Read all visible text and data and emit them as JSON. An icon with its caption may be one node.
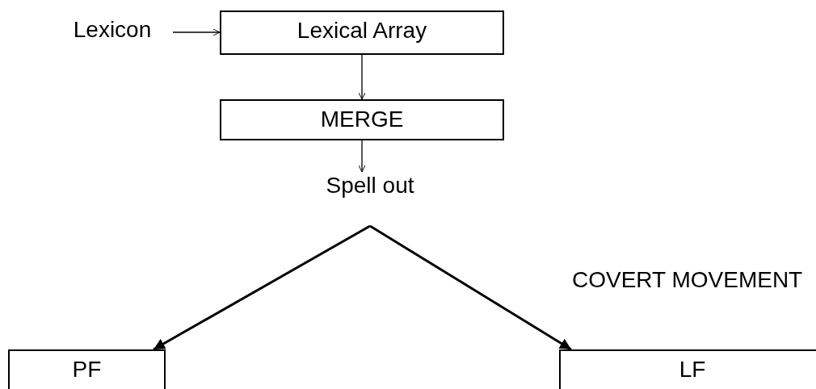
{
  "diagram": {
    "nodes": [
      {
        "text": [
          "Lexicon"
        ]
      },
      {
        "text": [
          "Lexical Array"
        ]
      },
      {
        "text": [
          "MERGE"
        ]
      },
      {
        "text": [
          "Spell out"
        ]
      },
      {
        "text": [
          "PF"
        ]
      },
      {
        "text": [
          "LF"
        ]
      }
    ],
    "edges": [
      {
        "from": 0,
        "to": 1,
        "arrow": "to"
      },
      {
        "from": 1,
        "to": 2,
        "arrow": "to"
      },
      {
        "from": 2,
        "to": 3,
        "arrow": "to"
      },
      {
        "from": 3,
        "to": 4,
        "arrow": "to",
        "style": "thick"
      },
      {
        "from": 3,
        "to": 5,
        "arrow": "to",
        "style": "thick"
      }
    ],
    "labels": [
      "COVERT MOVEMENT"
    ]
  }
}
